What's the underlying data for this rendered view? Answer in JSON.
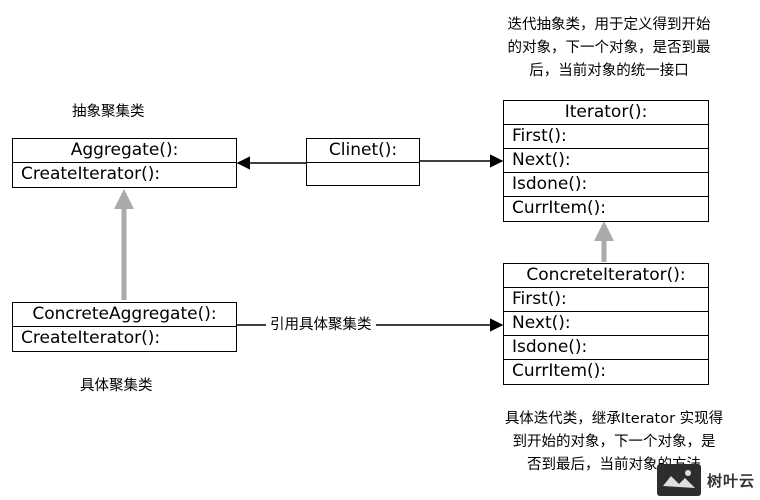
{
  "notes": {
    "iterator_line1": "迭代抽象类，用于定义得到开始",
    "iterator_line2": "的对象，下一个对象，是否到最",
    "iterator_line3": "后，当前对象的统一接口",
    "aggregate": "抽象聚集类",
    "concrete_aggregate": "具体聚集类",
    "concrete_iterator_line1": "具体迭代类，继承Iterator 实现得",
    "concrete_iterator_line2": "到开始的对象，下一个对象，是",
    "concrete_iterator_line3": "否到最后，当前对象的方法"
  },
  "classes": {
    "aggregate": {
      "name": "Aggregate():",
      "methods": [
        "CreateIterator():"
      ]
    },
    "client": {
      "name": "Clinet():",
      "methods": [
        ""
      ]
    },
    "iterator": {
      "name": "Iterator():",
      "methods": [
        "First():",
        "Next():",
        "Isdone():",
        "CurrItem():"
      ]
    },
    "concrete_aggregate": {
      "name": "ConcreteAggregate():",
      "methods": [
        "CreateIterator():"
      ]
    },
    "concrete_iterator": {
      "name": "ConcreteIterator():",
      "methods": [
        "First():",
        "Next():",
        "Isdone():",
        "CurrItem():"
      ]
    }
  },
  "relations": {
    "reference_label": "引用具体聚集类"
  },
  "colors": {
    "line": "#000000",
    "inheritance_arrow": "#aaaaaa"
  },
  "watermark": {
    "text": "树叶云"
  }
}
